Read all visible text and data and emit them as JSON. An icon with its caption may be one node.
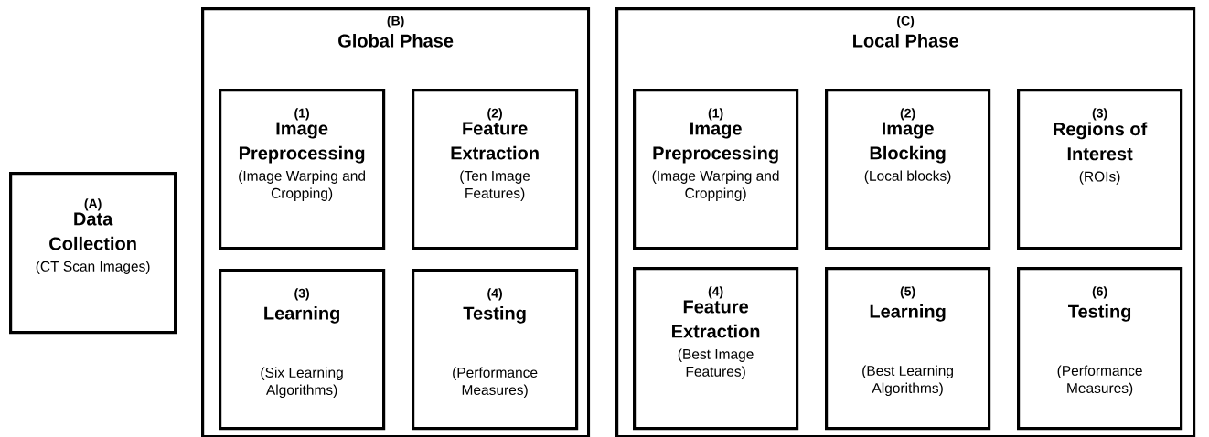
{
  "diagram": {
    "nodes": [
      {
        "text": [
          "(A)",
          "Data Collection",
          "(CT Scan Images)"
        ]
      },
      {
        "text": [
          "(B)",
          "Global Phase"
        ]
      },
      {
        "text": [
          "(1)",
          "Image Preprocessing",
          "(Image Warping and Cropping)"
        ],
        "in": 1
      },
      {
        "text": [
          "(2)",
          "Feature Extraction",
          "(Ten Image Features)"
        ],
        "in": 1
      },
      {
        "text": [
          "(3)",
          "Learning",
          "(Six Learning Algorithms)"
        ],
        "in": 1
      },
      {
        "text": [
          "(4)",
          "Testing",
          "(Performance Measures)"
        ],
        "in": 1
      },
      {
        "text": [
          "(C)",
          "Local Phase"
        ]
      },
      {
        "text": [
          "(1)",
          "Image Preprocessing",
          "(Image Warping and Cropping)"
        ],
        "in": 6
      },
      {
        "text": [
          "(2)",
          "Image Blocking",
          "(Local blocks)"
        ],
        "in": 6
      },
      {
        "text": [
          "(3)",
          "Regions of Interest",
          "(ROIs)"
        ],
        "in": 6
      },
      {
        "text": [
          "(4)",
          "Feature Extraction",
          "(Best Image Features)"
        ],
        "in": 6
      },
      {
        "text": [
          "(5)",
          "Learning",
          "(Best Learning Algorithms)"
        ],
        "in": 6
      },
      {
        "text": [
          "(6)",
          "Testing",
          "(Performance Measures)"
        ],
        "in": 6
      }
    ]
  }
}
